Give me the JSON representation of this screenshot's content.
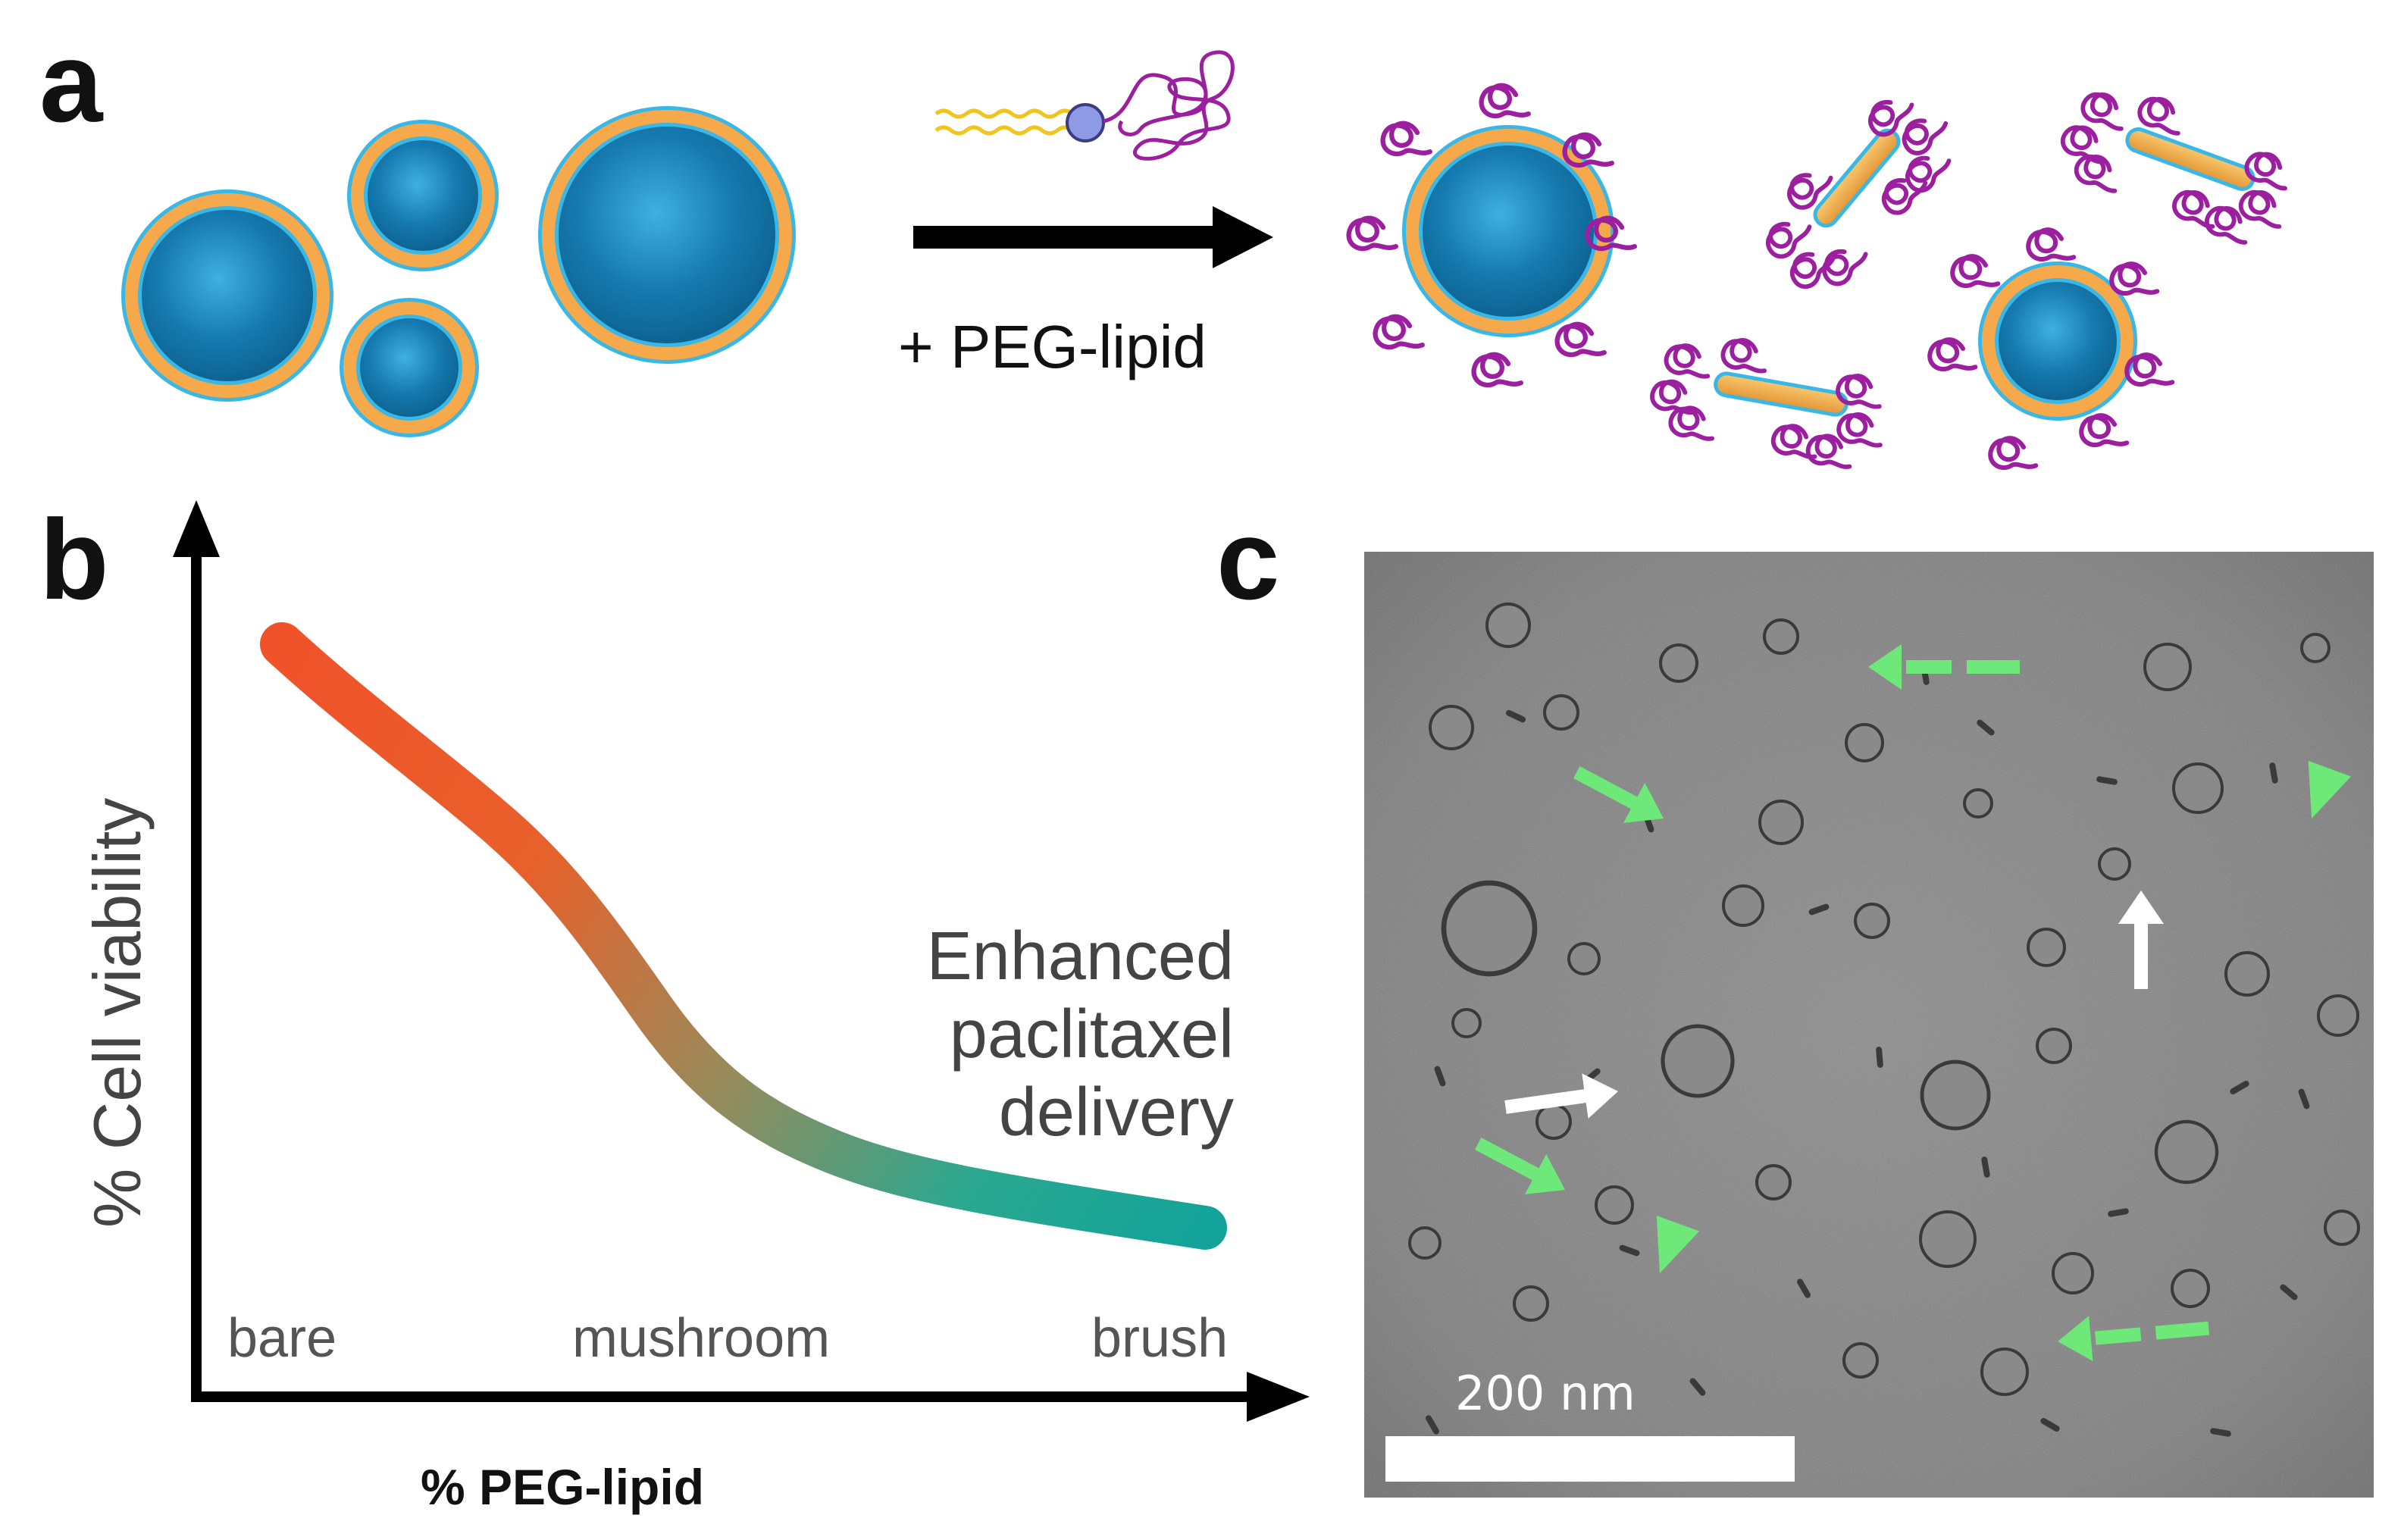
{
  "panel_a": {
    "letter": "a",
    "reaction_label": "+ PEG-lipid"
  },
  "panel_b": {
    "letter": "b",
    "y_axis_label": "% Cell viability",
    "x_axis_label": "% PEG-lipid",
    "annotation_lines": [
      "Enhanced",
      "paclitaxel",
      "delivery"
    ],
    "regime_labels": [
      "bare",
      "mushroom",
      "brush"
    ],
    "curve_start_color": "#f0522a",
    "curve_end_color": "#13a39a"
  },
  "panel_c": {
    "letter": "c",
    "scale_bar_label": "200 nm",
    "arrow_green": "#6fe87a",
    "arrow_white": "#ffffff"
  },
  "colors": {
    "vesicle_core": "#0f6d9a",
    "vesicle_shell": "#f5a94a",
    "vesicle_edge": "#39b7e6",
    "peg_chain": "#9b1f9e",
    "lipid_tail": "#f0c51e",
    "lipid_head": "#8f9ae6"
  }
}
